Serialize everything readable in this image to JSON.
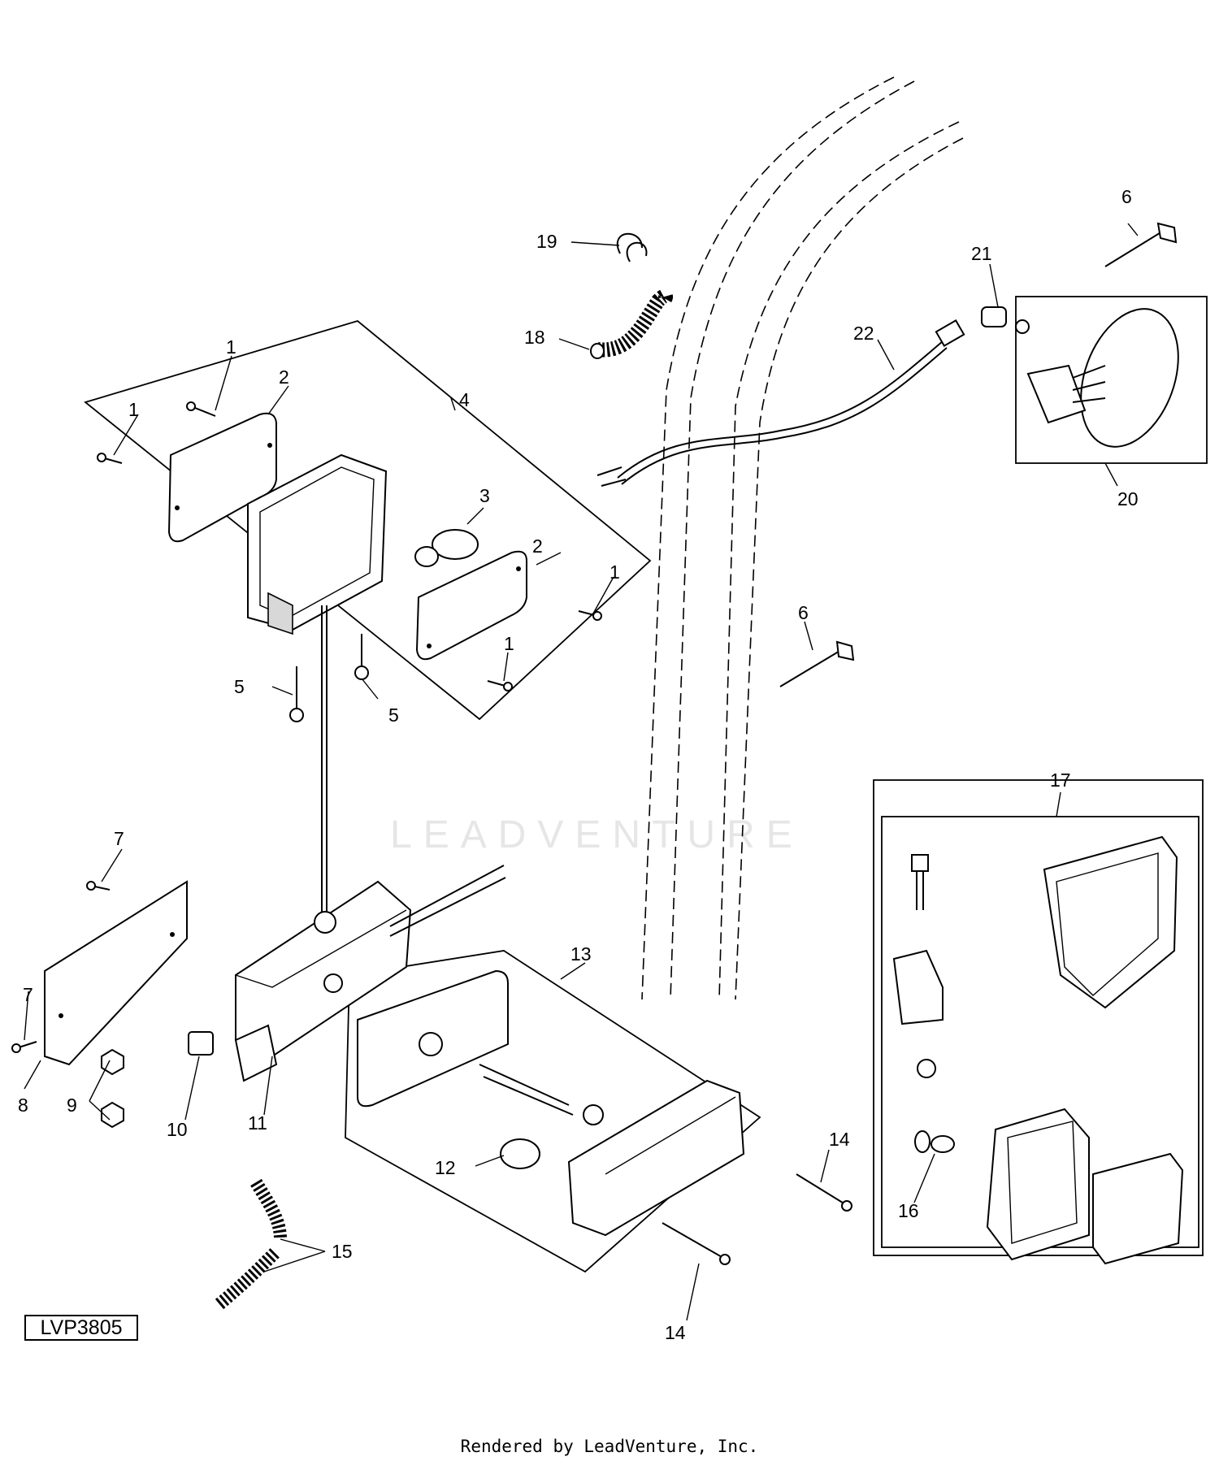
{
  "diagram": {
    "code": "LVP3805",
    "watermark": "LEADVENTURE",
    "callouts": [
      "1",
      "1",
      "1",
      "1",
      "2",
      "2",
      "3",
      "4",
      "5",
      "5",
      "6",
      "6",
      "7",
      "7",
      "8",
      "9",
      "10",
      "11",
      "12",
      "13",
      "14",
      "14",
      "15",
      "16",
      "17",
      "18",
      "19",
      "20",
      "21",
      "22"
    ]
  },
  "footer": {
    "text": "Rendered by LeadVenture, Inc."
  }
}
